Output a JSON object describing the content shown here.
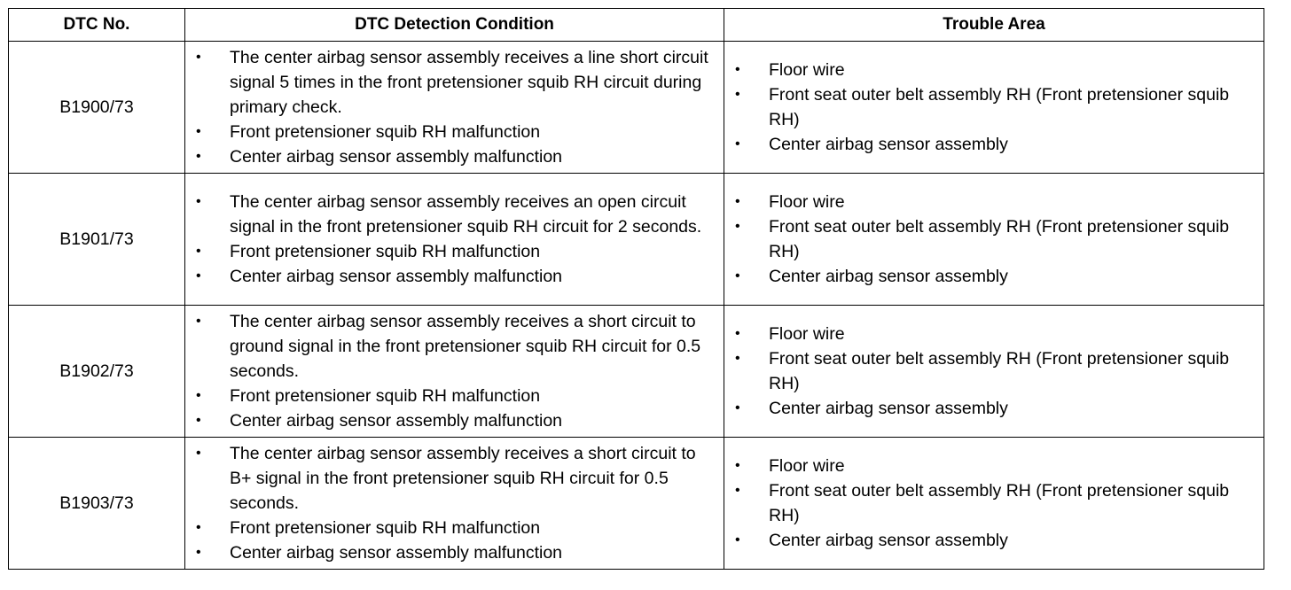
{
  "table": {
    "headers": [
      "DTC No.",
      "DTC Detection Condition",
      "Trouble Area"
    ],
    "bullet": "•",
    "rows": [
      {
        "code": "B1900/73",
        "conditions": [
          "The center airbag sensor assembly receives a line short circuit signal 5 times in the front pretensioner squib RH circuit during primary check.",
          "Front pretensioner squib RH malfunction",
          "Center airbag sensor assembly malfunction"
        ],
        "areas": [
          "Floor wire",
          "Front seat outer belt assembly RH (Front pretensioner squib RH)",
          "Center airbag sensor assembly"
        ]
      },
      {
        "code": "B1901/73",
        "conditions": [
          "The center airbag sensor assembly receives an open circuit signal in the front pretensioner squib RH circuit for 2 seconds.",
          "Front pretensioner squib RH malfunction",
          "Center airbag sensor assembly malfunction"
        ],
        "areas": [
          "Floor wire",
          "Front seat outer belt assembly RH (Front pretensioner squib RH)",
          "Center airbag sensor assembly"
        ]
      },
      {
        "code": "B1902/73",
        "conditions": [
          "The center airbag sensor assembly receives a short circuit to ground signal in the front pretensioner squib RH circuit for 0.5 seconds.",
          "Front pretensioner squib RH malfunction",
          "Center airbag sensor assembly malfunction"
        ],
        "areas": [
          "Floor wire",
          "Front seat outer belt assembly RH (Front pretensioner squib RH)",
          "Center airbag sensor assembly"
        ]
      },
      {
        "code": "B1903/73",
        "conditions": [
          "The center airbag sensor assembly receives a short circuit to B+ signal in the front pretensioner squib RH circuit for 0.5 seconds.",
          "Front pretensioner squib RH malfunction",
          "Center airbag sensor assembly malfunction"
        ],
        "areas": [
          "Floor wire",
          "Front seat outer belt assembly RH (Front pretensioner squib RH)",
          "Center airbag sensor assembly"
        ]
      }
    ]
  }
}
